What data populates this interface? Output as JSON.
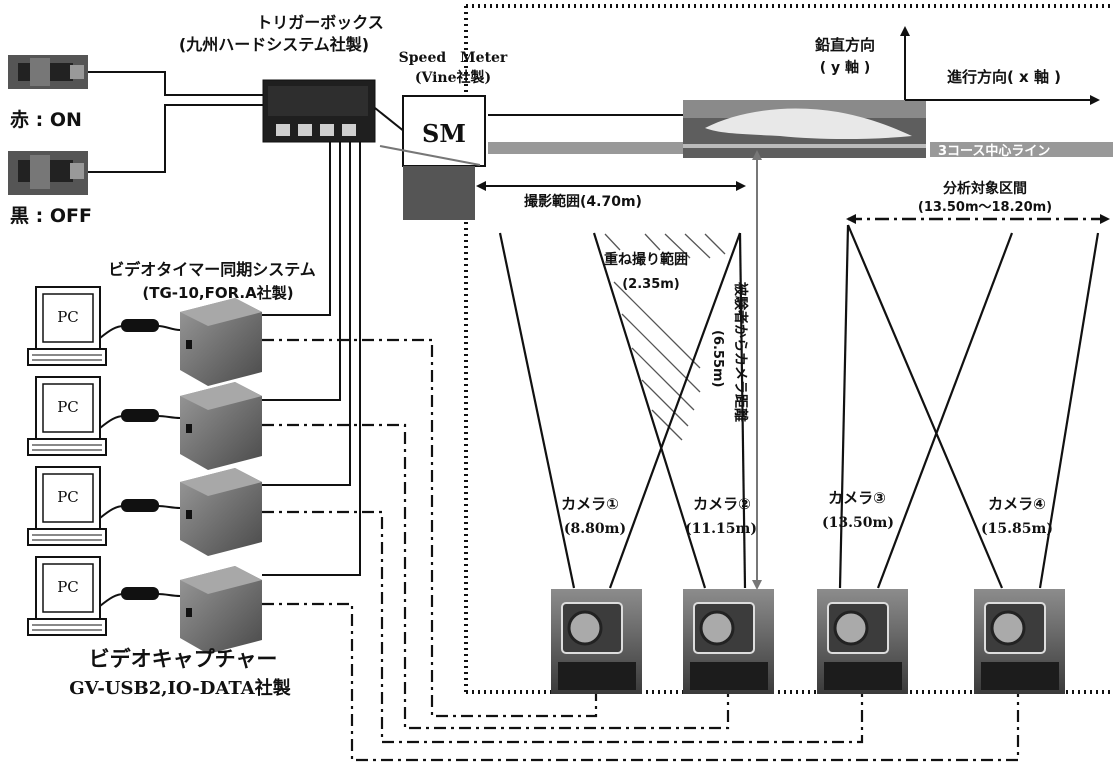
{
  "trigger_box": {
    "name": "トリガーボックス",
    "maker": "(九州ハードシステム社製)"
  },
  "speed_meter": {
    "name": "Speed　Meter",
    "maker": "(Vine社製)",
    "abbr": "SM"
  },
  "buttons": {
    "red": "赤 : ON",
    "black": "黒 : OFF"
  },
  "sync_system": {
    "name": "ビデオタイマー同期システム",
    "model": "(TG-10,FOR.A社製)"
  },
  "pcs": [
    "PC",
    "PC",
    "PC",
    "PC"
  ],
  "capture": {
    "name": "ビデオキャプチャー",
    "model": "GV-USB2,IO-DATA社製"
  },
  "axes": {
    "vertical": "鉛直方向",
    "y": "( y 軸 )",
    "horizontal": "進行方向( x 軸 )"
  },
  "lane_label": "3コース中心ライン",
  "shooting_range": "撮影範囲(4.70m)",
  "analysis_section": {
    "label": "分析対象区間",
    "range": "(13.50m〜18.20m)"
  },
  "overlap": {
    "label": "重ね撮り範囲",
    "value": "(2.35m)"
  },
  "camera_distance": {
    "label": "被験者からカメラ距離",
    "value": "(6.55m)"
  },
  "cameras": [
    {
      "name": "カメラ①",
      "pos": "(8.80m)"
    },
    {
      "name": "カメラ②",
      "pos": "(11.15m)"
    },
    {
      "name": "カメラ③",
      "pos": "(13.50m)"
    },
    {
      "name": "カメラ④",
      "pos": "(15.85m)"
    }
  ]
}
